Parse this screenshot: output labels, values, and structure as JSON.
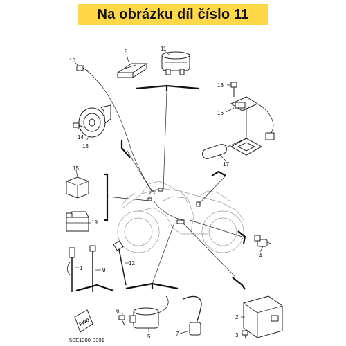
{
  "banner": {
    "title": "Na obrázku díl číslo 11",
    "color": "#ffd84a"
  },
  "diagram": {
    "code": "5SE1300-B391",
    "fwd_label": "FWD",
    "part_numbers": {
      "p1": "1",
      "p2": "2",
      "p3": "3",
      "p4": "4",
      "p5": "5",
      "p6": "6",
      "p7": "7",
      "p8": "8",
      "p9": "9",
      "p10": "10",
      "p11": "11",
      "p12": "12",
      "p13": "13",
      "p14": "14",
      "p15": "15",
      "p16": "16",
      "p17": "17",
      "p18": "18",
      "p19": "19"
    }
  }
}
